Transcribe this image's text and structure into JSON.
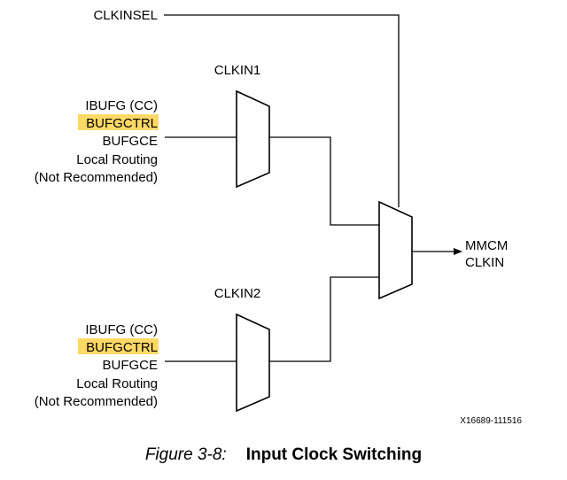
{
  "colors": {
    "line": "#000000",
    "highlight": "#ffd966",
    "text": "#000000",
    "background": "#ffffff"
  },
  "signals": {
    "clkinsel": "CLKINSEL",
    "output_line1": "MMCM",
    "output_line2": "CLKIN"
  },
  "mux1": {
    "label": "CLKIN1",
    "inputs": [
      "IBUFG (CC)",
      "BUFGCTRL",
      "BUFGCE",
      "Local Routing",
      "(Not Recommended)"
    ]
  },
  "mux2": {
    "label": "CLKIN2",
    "inputs": [
      "IBUFG (CC)",
      "BUFGCTRL",
      "BUFGCE",
      "Local Routing",
      "(Not Recommended)"
    ]
  },
  "figure_id": "X16689-111516",
  "caption": {
    "number": "Figure 3-8:",
    "title": "Input Clock Switching"
  }
}
